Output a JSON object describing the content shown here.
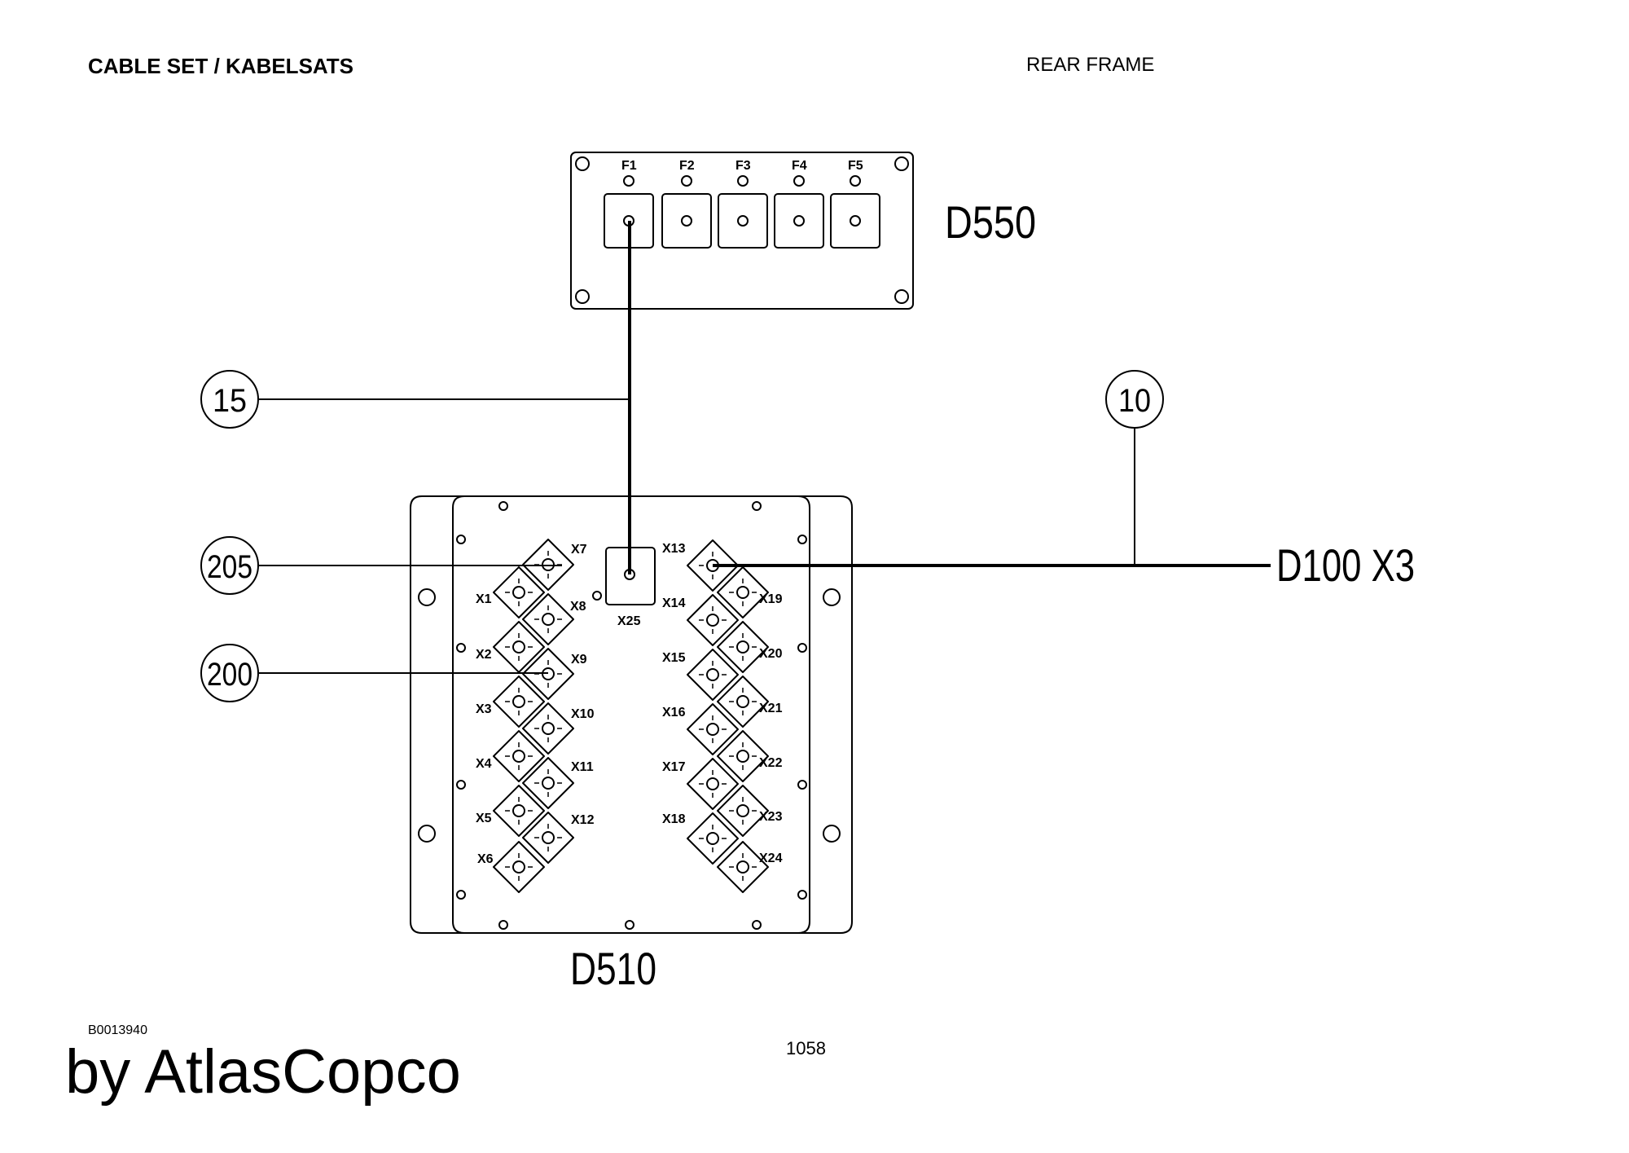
{
  "header": {
    "left": "CABLE SET / KABELSATS",
    "right": "REAR FRAME"
  },
  "footer": {
    "drawing_id": "B0013940",
    "page": "1058",
    "brand": "by AtlasCopco"
  },
  "units": {
    "d550": "D550",
    "d510": "D510",
    "d100": "D100 X3"
  },
  "callouts": {
    "c15": "15",
    "c10": "10",
    "c205": "205",
    "c200": "200"
  },
  "fuses": [
    "F1",
    "F2",
    "F3",
    "F4",
    "F5"
  ],
  "connectors": {
    "x1": "X1",
    "x2": "X2",
    "x3": "X3",
    "x4": "X4",
    "x5": "X5",
    "x6": "X6",
    "x7": "X7",
    "x8": "X8",
    "x9": "X9",
    "x10": "X10",
    "x11": "X11",
    "x12": "X12",
    "x13": "X13",
    "x14": "X14",
    "x15": "X15",
    "x16": "X16",
    "x17": "X17",
    "x18": "X18",
    "x19": "X19",
    "x20": "X20",
    "x21": "X21",
    "x22": "X22",
    "x23": "X23",
    "x24": "X24",
    "x25": "X25"
  }
}
